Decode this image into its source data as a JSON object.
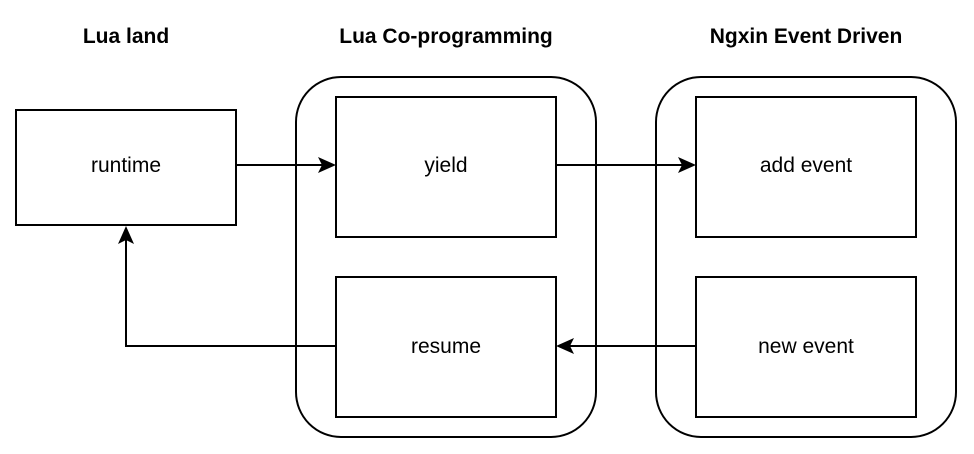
{
  "columns": {
    "lua_land": "Lua land",
    "lua_coprogramming": "Lua Co-programming",
    "nginx_event_driven": "Ngxin Event Driven"
  },
  "nodes": {
    "runtime": "runtime",
    "yield": "yield",
    "resume": "resume",
    "add_event": "add event",
    "new_event": "new event"
  },
  "edges": [
    {
      "from": "runtime",
      "to": "yield"
    },
    {
      "from": "yield",
      "to": "add event"
    },
    {
      "from": "new event",
      "to": "resume"
    },
    {
      "from": "resume",
      "to": "runtime"
    }
  ]
}
